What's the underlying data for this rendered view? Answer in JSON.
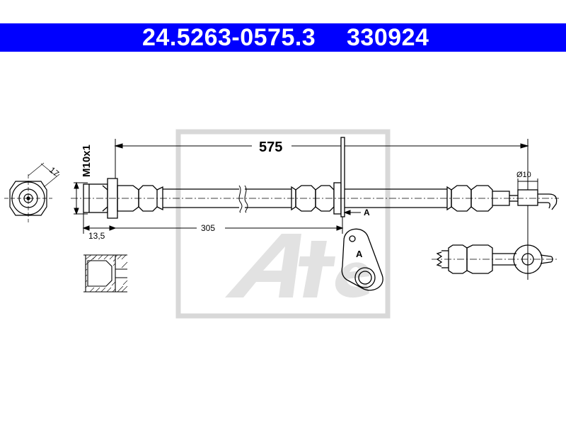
{
  "header": {
    "part_number": "24.5263-0575.3",
    "ref_number": "330924",
    "background_color": "#0000ff",
    "text_color": "#ffffff"
  },
  "dimensions": {
    "total_length": "575",
    "partial_length": "305",
    "thread": "M10x1",
    "hex_size": "17",
    "fitting_offset": "13,5",
    "eye_diameter": "Ø10",
    "section_marker": "A",
    "detail_label": "A"
  },
  "watermark": {
    "logo": "Ate"
  }
}
